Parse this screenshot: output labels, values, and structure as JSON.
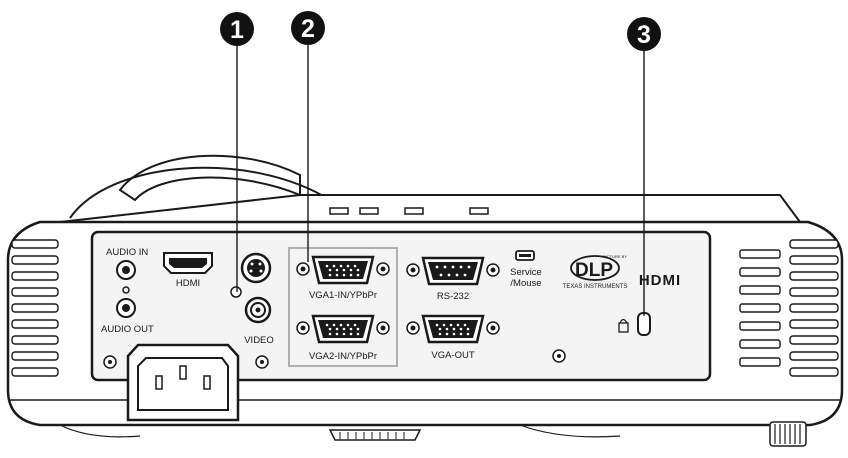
{
  "callouts": [
    {
      "number": "1"
    },
    {
      "number": "2"
    },
    {
      "number": "3"
    }
  ],
  "ports": {
    "audio_in": "AUDIO IN",
    "audio_out": "AUDIO OUT",
    "hdmi": "HDMI",
    "video": "VIDEO",
    "vga1_in": "VGA1-IN/YPbPr",
    "vga2_in": "VGA2-IN/YPbPr",
    "rs232": "RS-232",
    "vga_out": "VGA-OUT",
    "service_line1": "Service",
    "service_line2": "/Mouse"
  },
  "logos": {
    "dlp_top": "DLP",
    "dlp_small": "PICTURE BY",
    "dlp_bottom": "TEXAS INSTRUMENTS",
    "hdmi_logo": "HDMI"
  },
  "colors": {
    "line": "#1a1a1a",
    "callout_fill": "#111111",
    "callout_text": "#ffffff",
    "panel_fill": "#f4f4f4",
    "vga_group_box": "#b0b0b0"
  }
}
